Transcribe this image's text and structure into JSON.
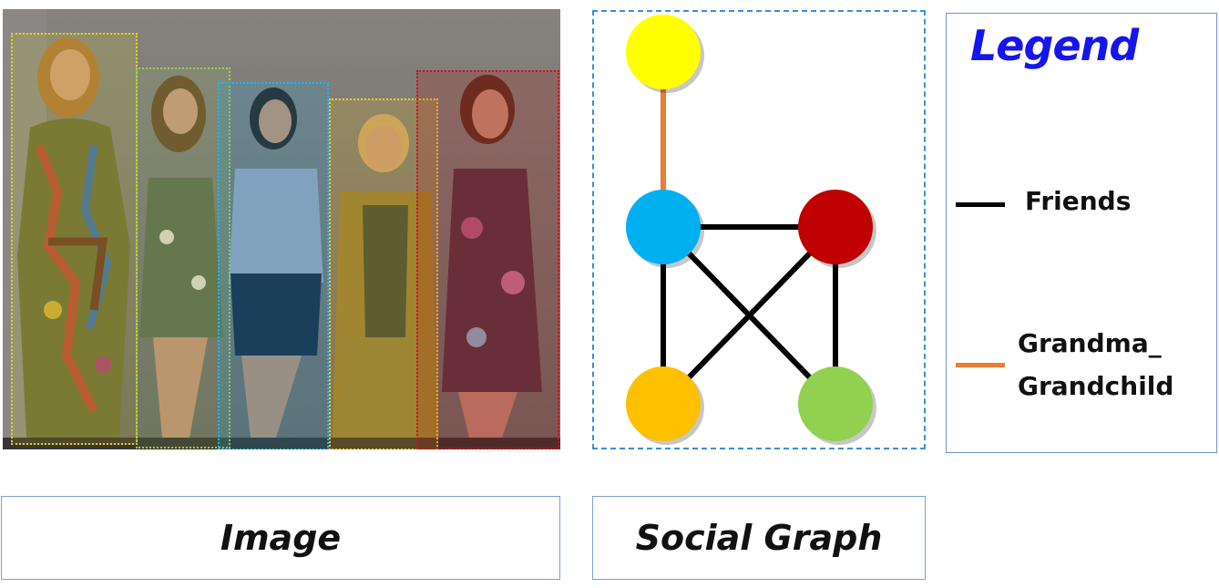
{
  "captions": {
    "image": "Image",
    "social_graph": "Social Graph"
  },
  "legend": {
    "title": "Legend",
    "items": [
      {
        "label": "Friends",
        "color": "#000000"
      },
      {
        "label_line1": "Grandma_",
        "label_line2": "Grandchild",
        "color": "#ed7d31"
      }
    ]
  },
  "people": [
    {
      "id": "p1",
      "color": "#ffff00"
    },
    {
      "id": "p2",
      "color": "#92d050"
    },
    {
      "id": "p3",
      "color": "#00b0f0"
    },
    {
      "id": "p4",
      "color": "#ffc000"
    },
    {
      "id": "p5",
      "color": "#c00000"
    }
  ],
  "graph": {
    "nodes": [
      {
        "id": "p1",
        "color": "#ffff00"
      },
      {
        "id": "p3",
        "color": "#00b0f0"
      },
      {
        "id": "p5",
        "color": "#c00000"
      },
      {
        "id": "p4",
        "color": "#ffc000"
      },
      {
        "id": "p2",
        "color": "#92d050"
      }
    ],
    "edges": [
      {
        "from": "p1",
        "to": "p3",
        "relation": "Grandma_Grandchild"
      },
      {
        "from": "p3",
        "to": "p5",
        "relation": "Friends"
      },
      {
        "from": "p3",
        "to": "p4",
        "relation": "Friends"
      },
      {
        "from": "p3",
        "to": "p2",
        "relation": "Friends"
      },
      {
        "from": "p5",
        "to": "p4",
        "relation": "Friends"
      },
      {
        "from": "p5",
        "to": "p2",
        "relation": "Friends"
      }
    ]
  }
}
